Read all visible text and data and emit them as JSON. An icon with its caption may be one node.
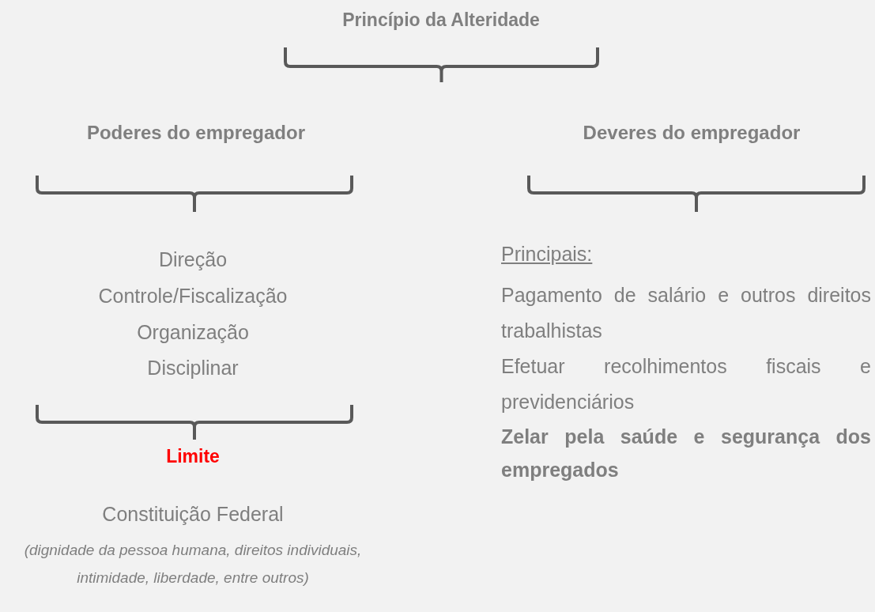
{
  "diagram": {
    "title": "Princípio da Alteridade",
    "labels": [
      "Poderes do empregador",
      "Deveres do empregador",
      "Direção",
      "Controle/Fiscalização",
      "Organização",
      "Disciplinar",
      "Principais:",
      "Pagamento de salário e outros direitos trabalhistas",
      "Efetuar recolhimentos fiscais e previdenciários",
      "Zelar pela saúde e segurança dos empregados",
      "Limite",
      "Constituição Federal",
      "(dignidade da pessoa humana, direitos individuais, intimidade, liberdade, entre outros)"
    ]
  }
}
